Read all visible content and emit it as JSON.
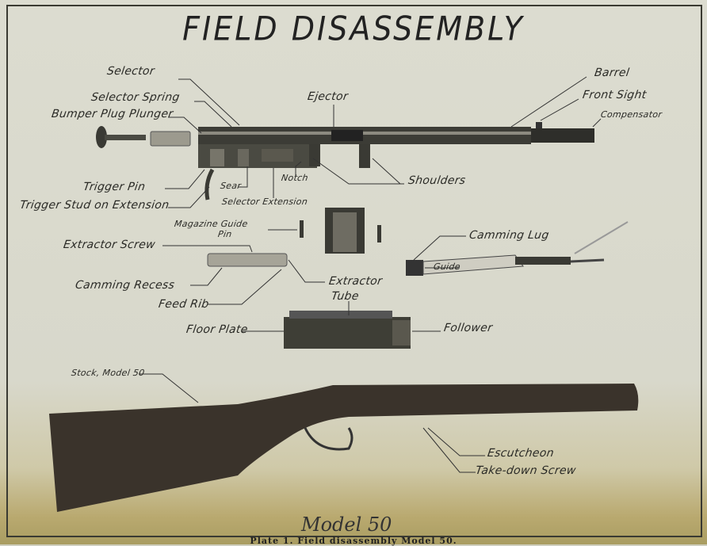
{
  "title": "FIELD DISASSEMBLY",
  "labels": {
    "selector": "Selector",
    "selector_spring": "Selector Spring",
    "bumper_plug_plunger": "Bumper Plug Plunger",
    "ejector": "Ejector",
    "barrel": "Barrel",
    "front_sight": "Front Sight",
    "compensator": "Compensator",
    "trigger_pin": "Trigger Pin",
    "trigger_stud": "Trigger Stud on Extension",
    "sear": "Sear",
    "notch": "Notch",
    "selector_extension": "Selector Extension",
    "shoulders": "Shoulders",
    "magazine_guide": "Magazine Guide",
    "pin": "Pin",
    "extractor_screw": "Extractor Screw",
    "camming_lug": "Camming Lug",
    "guide": "Guide",
    "camming_recess": "Camming Recess",
    "extractor": "Extractor",
    "tube": "Tube",
    "feed_rib": "Feed Rib",
    "floor_plate": "Floor Plate",
    "follower": "Follower",
    "stock": "Stock, Model 50",
    "escutcheon": "Escutcheon",
    "take_down_screw": "Take-down Screw"
  },
  "model_label": "Model 50",
  "caption": "Plate 1.  Field disassembly Model 50."
}
